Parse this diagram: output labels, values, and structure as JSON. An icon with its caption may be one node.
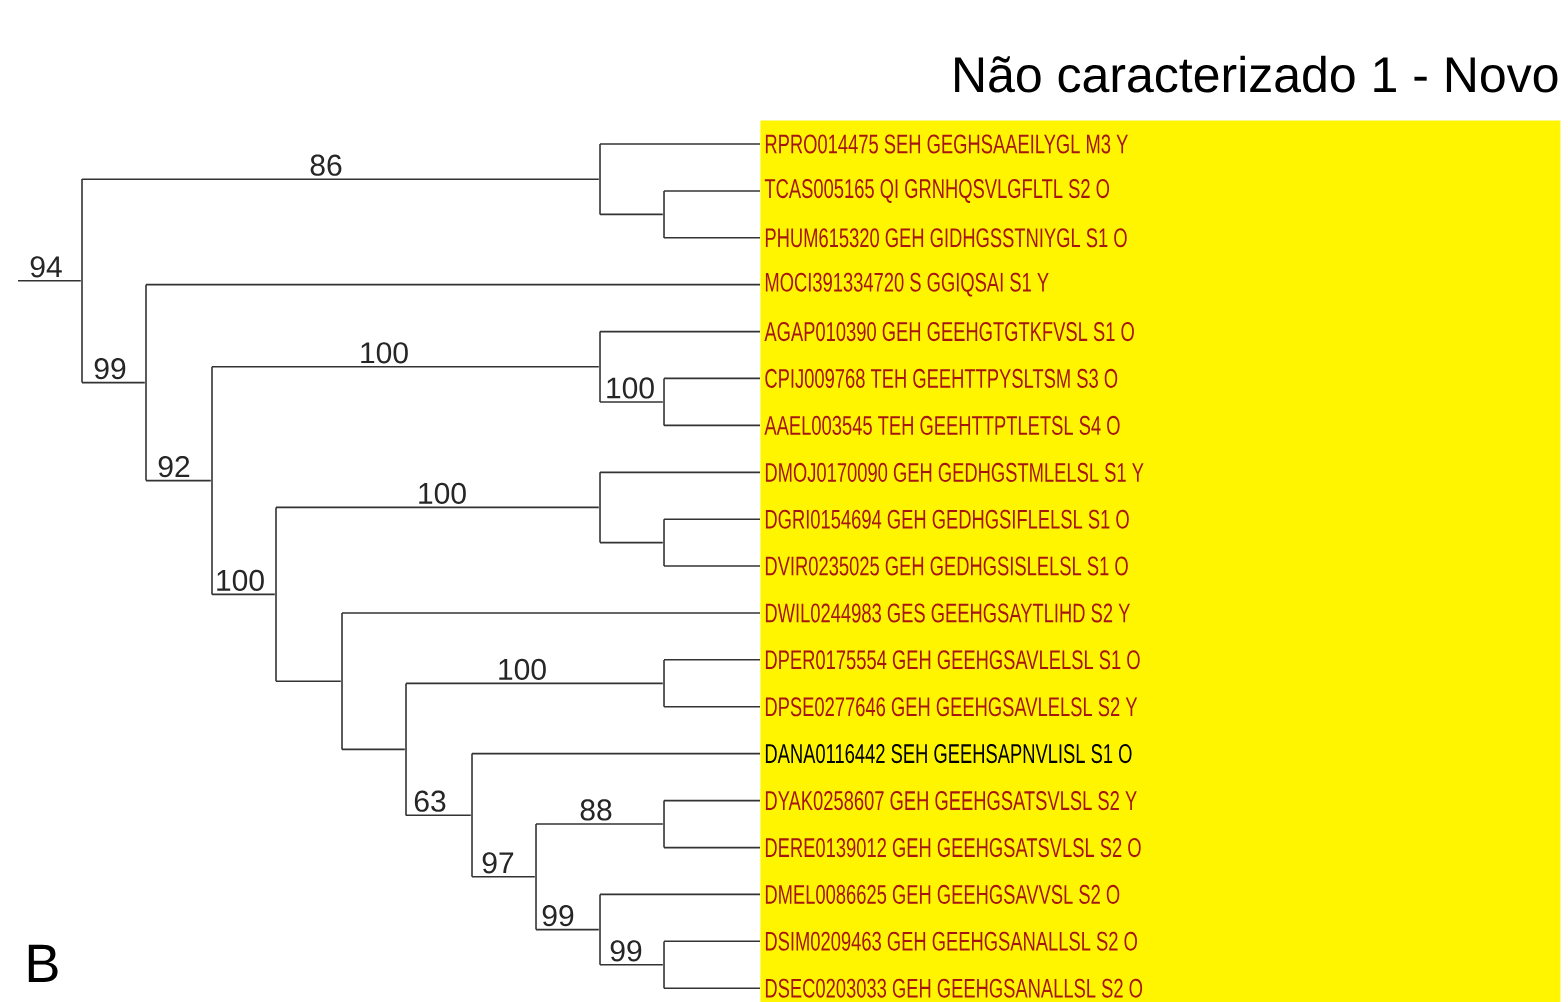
{
  "diagram": {
    "title": "Não caracterizado 1 - Novo",
    "nodes": [
      {
        "text": [],
        "shape": "box"
      },
      {
        "text": [
          "RPRO014475 SEH GEGHSAAEILYGL M3 Y"
        ],
        "in": 0
      },
      {
        "text": [
          "TCAS005165 QI GRNHQSVLGFLTL S2 O"
        ],
        "in": 0
      },
      {
        "text": [
          "PHUM615320 GEH GIDHGSSTNIYGL S1 O"
        ],
        "in": 0
      },
      {
        "text": [
          "MOCI391334720 S GGIQSAI S1 Y"
        ],
        "in": 0
      },
      {
        "text": [
          "AGAP010390 GEH GEEHGTGTKFVSL S1 O"
        ],
        "in": 0
      },
      {
        "text": [
          "CPIJ009768 TEH GEEHTTPYSLTSM S3 O"
        ],
        "in": 0
      },
      {
        "text": [
          "AAEL003545 TEH GEEHTTPTLETSL S4 O"
        ],
        "in": 0
      },
      {
        "text": [
          "DMOJ0170090 GEH GEDHGSTMLELSL S1 Y"
        ],
        "in": 0
      },
      {
        "text": [
          "DGRI0154694 GEH GEDHGSIFLELSL S1 O"
        ],
        "in": 0
      },
      {
        "text": [
          "DVIR0235025 GEH GEDHGSISLELSL S1 O"
        ],
        "in": 0
      },
      {
        "text": [
          "DWIL0244983 GES GEEHGSAYTLIHD S2 Y"
        ],
        "in": 0
      },
      {
        "text": [
          "DPER0175554 GEH GEEHGSAVLELSL S1 O"
        ],
        "in": 0
      },
      {
        "text": [
          "DPSE0277646 GEH GEEHGSAVLELSL S2 Y"
        ],
        "in": 0
      },
      {
        "text": [
          "DANA0116442 SEH GEEHSAPNVLISL S1 O"
        ],
        "in": 0
      },
      {
        "text": [
          "DYAK0258607 GEH GEEHGSATSVLSL S2 Y"
        ],
        "in": 0
      },
      {
        "text": [
          "DERE0139012 GEH GEEHGSATSVLSL S2 O"
        ],
        "in": 0
      },
      {
        "text": [
          "DMEL0086625 GEH GEEHGSAVVSL S2 O"
        ],
        "in": 0
      },
      {
        "text": [
          "DSIM0209463 GEH GEEHGSANALLSL S2 O"
        ],
        "in": 0
      },
      {
        "text": [
          "DSEC0203033 GEH GEEHGSANALLSL S2 O"
        ],
        "in": 0
      },
      {
        "text": [],
        "shape": "bar"
      },
      {
        "text": [],
        "shape": "bar"
      },
      {
        "text": [],
        "shape": "bar"
      },
      {
        "text": [],
        "shape": "bar"
      },
      {
        "text": [],
        "shape": "bar"
      },
      {
        "text": [],
        "shape": "bar"
      },
      {
        "text": [],
        "shape": "bar"
      },
      {
        "text": [],
        "shape": "bar"
      },
      {
        "text": [],
        "shape": "bar"
      },
      {
        "text": [],
        "shape": "bar"
      },
      {
        "text": [],
        "shape": "bar"
      },
      {
        "text": [],
        "shape": "bar"
      },
      {
        "text": [],
        "shape": "bar"
      },
      {
        "text": [],
        "shape": "bar"
      },
      {
        "text": [],
        "shape": "bar"
      },
      {
        "text": [],
        "shape": "bar"
      },
      {
        "text": [],
        "shape": "bar"
      },
      {
        "text": [],
        "shape": "bar"
      }
    ],
    "edges": [
      {
        "from": null,
        "to": 20,
        "arrow": "none",
        "label": "94"
      },
      {
        "from": 20,
        "to": 21,
        "arrow": "none",
        "label": "86"
      },
      {
        "from": 21,
        "to": 1,
        "arrow": "none"
      },
      {
        "from": 21,
        "to": 22,
        "arrow": "none"
      },
      {
        "from": 22,
        "to": 2,
        "arrow": "none"
      },
      {
        "from": 22,
        "to": 3,
        "arrow": "none"
      },
      {
        "from": 20,
        "to": 23,
        "arrow": "none",
        "label": "99"
      },
      {
        "from": 23,
        "to": 4,
        "arrow": "none"
      },
      {
        "from": 23,
        "to": 24,
        "arrow": "none",
        "label": "92"
      },
      {
        "from": 24,
        "to": 25,
        "arrow": "none",
        "label": "100"
      },
      {
        "from": 25,
        "to": 5,
        "arrow": "none"
      },
      {
        "from": 25,
        "to": 26,
        "arrow": "none",
        "label": "100"
      },
      {
        "from": 26,
        "to": 6,
        "arrow": "none"
      },
      {
        "from": 26,
        "to": 7,
        "arrow": "none"
      },
      {
        "from": 24,
        "to": 27,
        "arrow": "none",
        "label": "100"
      },
      {
        "from": 27,
        "to": 28,
        "arrow": "none",
        "label": "100"
      },
      {
        "from": 28,
        "to": 8,
        "arrow": "none"
      },
      {
        "from": 28,
        "to": 29,
        "arrow": "none"
      },
      {
        "from": 29,
        "to": 9,
        "arrow": "none"
      },
      {
        "from": 29,
        "to": 10,
        "arrow": "none"
      },
      {
        "from": 27,
        "to": 30,
        "arrow": "none"
      },
      {
        "from": 30,
        "to": 11,
        "arrow": "none"
      },
      {
        "from": 30,
        "to": 31,
        "arrow": "none"
      },
      {
        "from": 31,
        "to": 32,
        "arrow": "none",
        "label": "100"
      },
      {
        "from": 32,
        "to": 12,
        "arrow": "none"
      },
      {
        "from": 32,
        "to": 13,
        "arrow": "none"
      },
      {
        "from": 31,
        "to": 33,
        "arrow": "none",
        "label": "63"
      },
      {
        "from": 33,
        "to": 14,
        "arrow": "none"
      },
      {
        "from": 33,
        "to": 34,
        "arrow": "none",
        "label": "97"
      },
      {
        "from": 34,
        "to": 35,
        "arrow": "none",
        "label": "88"
      },
      {
        "from": 35,
        "to": 15,
        "arrow": "none"
      },
      {
        "from": 35,
        "to": 16,
        "arrow": "none"
      },
      {
        "from": 34,
        "to": 36,
        "arrow": "none",
        "label": "99"
      },
      {
        "from": 36,
        "to": 17,
        "arrow": "none"
      },
      {
        "from": 36,
        "to": 37,
        "arrow": "none",
        "label": "99"
      },
      {
        "from": 37,
        "to": 18,
        "arrow": "none"
      },
      {
        "from": 37,
        "to": 19,
        "arrow": "none"
      }
    ],
    "labels": [
      "B"
    ]
  }
}
